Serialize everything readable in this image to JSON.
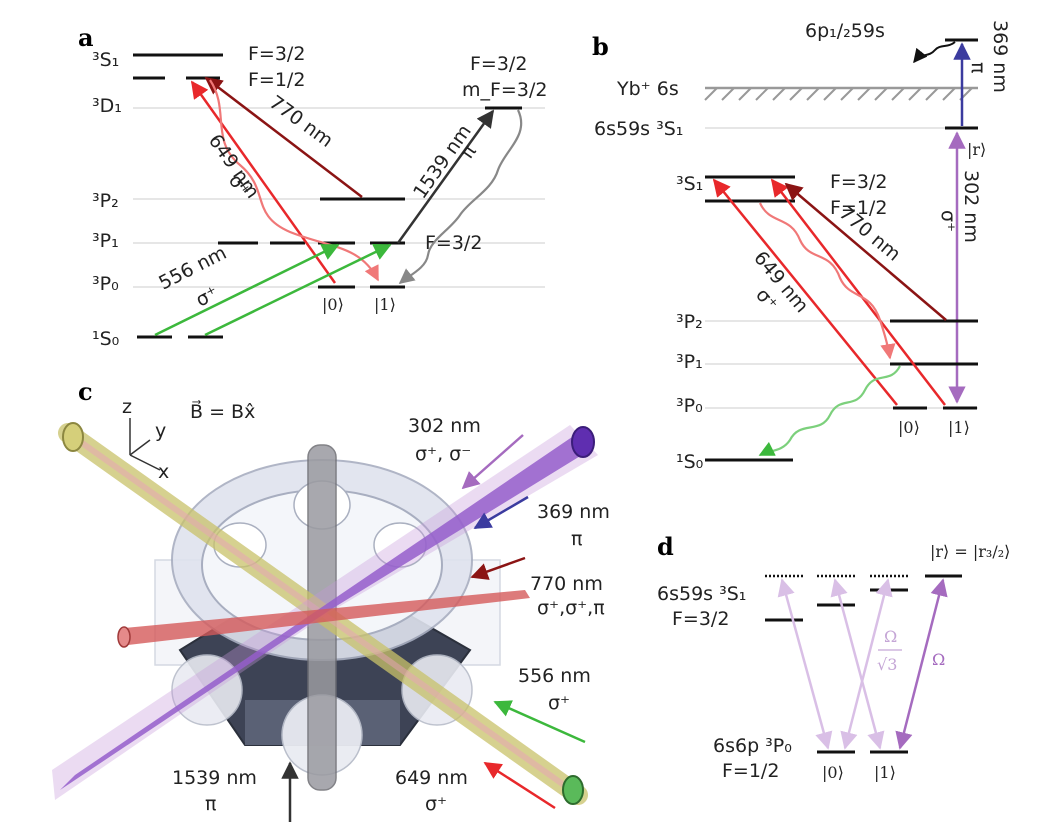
{
  "colors": {
    "red": "#e8282b",
    "dark_red": "#8b1414",
    "green": "#3cb83c",
    "gray": "#999999",
    "dark": "#333333",
    "purple": "#b07cc6",
    "blue": "#3b3b9f",
    "pink": "#f08080"
  },
  "panel_a": {
    "letter": "a",
    "levels": {
      "s1": "³S₁",
      "d1": "³D₁",
      "p2": "³P₂",
      "p1": "³P₁",
      "p0": "³P₀",
      "s0": "¹S₀"
    },
    "f32": "F=3/2",
    "f12": "F=1/2",
    "f32_right": "F=3/2",
    "mf_label": "m_F=3/2",
    "f32_low": "F=3/2",
    "ket0": "|0⟩",
    "ket1": "|1⟩",
    "lasers": {
      "nm770": "770 nm",
      "nm649": "649 nm",
      "sigma_plus_649": "σ⁺",
      "nm556": "556 nm",
      "sigma_plus_556": "σ⁺",
      "nm1539": "1539 nm",
      "pi": "π"
    }
  },
  "panel_b": {
    "letter": "b",
    "rydberg_top": "6p₁/₂59s",
    "ion": "Yb⁺ 6s",
    "ryd_s1": "6s59s ³S₁",
    "ket_r": "|r⟩",
    "nm369": "369 nm",
    "pi": "π",
    "nm302": "302 nm",
    "sigma_plus_302": "σ⁺",
    "levels": {
      "s1": "³S₁",
      "p2": "³P₂",
      "p1": "³P₁",
      "p0": "³P₀",
      "s0": "¹S₀"
    },
    "f32": "F=3/2",
    "f12": "F=1/2",
    "nm770": "770 nm",
    "nm649": "649 nm",
    "sigma_plus_649": "σ⁺",
    "ket0": "|0⟩",
    "ket1": "|1⟩"
  },
  "panel_c": {
    "letter": "c",
    "axes": {
      "z": "z",
      "y": "y",
      "x": "x"
    },
    "field": "B⃗ = Bx̂",
    "beams": {
      "nm302": "302 nm",
      "pol302": "σ⁺, σ⁻",
      "nm369": "369 nm",
      "pol369": "π",
      "nm770": "770 nm",
      "pol770": "σ⁺,σ⁺,π",
      "nm556": "556 nm",
      "pol556": "σ⁺",
      "nm1539": "1539 nm",
      "pol1539": "π",
      "nm649": "649 nm",
      "pol649": "σ⁺"
    }
  },
  "panel_d": {
    "letter": "d",
    "ket_r": "|r⟩ = |r₃/₂⟩",
    "upper_state": "6s59s ³S₁",
    "upper_f": "F=3/2",
    "lower_state": "6s6p ³P₀",
    "lower_f": "F=1/2",
    "omega_frac_num": "Ω",
    "omega_frac_den": "√3",
    "omega": "Ω",
    "ket0": "|0⟩",
    "ket1": "|1⟩"
  }
}
